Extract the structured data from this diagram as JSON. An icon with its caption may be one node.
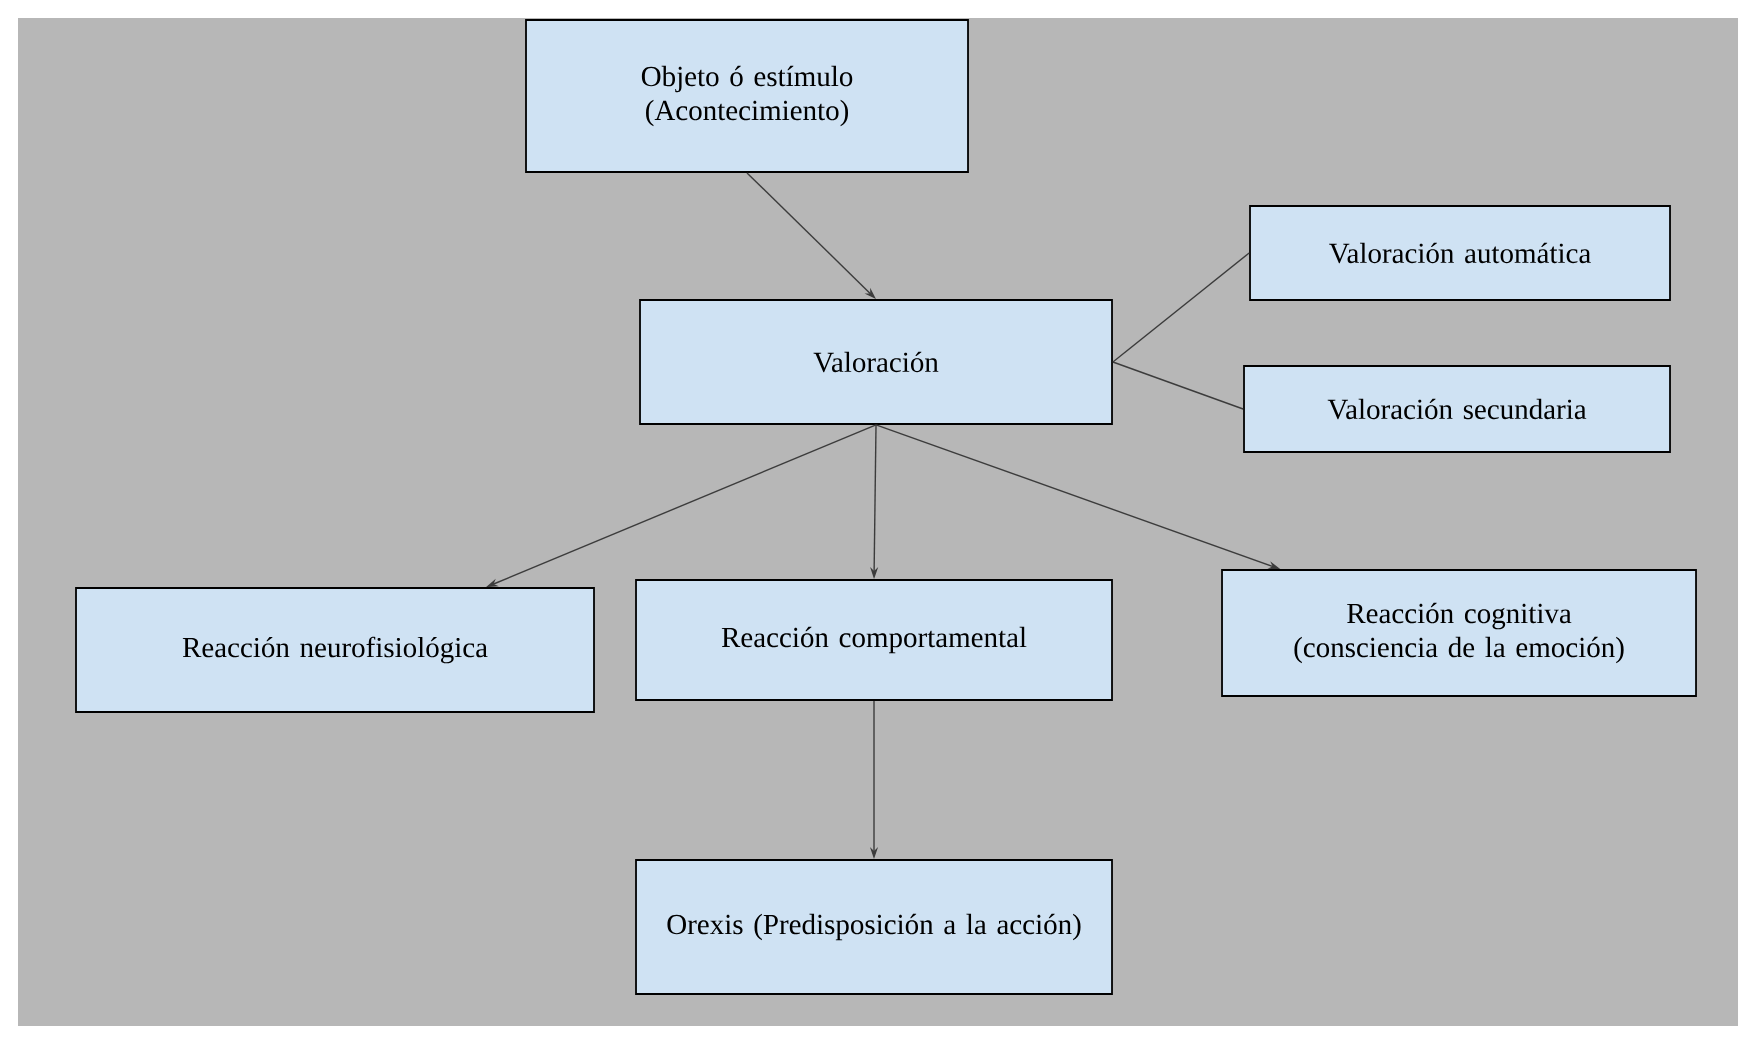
{
  "diagram": {
    "nodes": [
      {
        "text": [
          "Objeto ó estímulo (Acontecimiento)"
        ]
      },
      {
        "text": [
          "Valoración"
        ]
      },
      {
        "text": [
          "Valoración automática"
        ]
      },
      {
        "text": [
          "Valoración secundaria"
        ]
      },
      {
        "text": [
          "Reacción neurofisiológica"
        ]
      },
      {
        "text": [
          "Reacción comportamental"
        ]
      },
      {
        "text": [
          "Reacción cognitiva (consciencia de la emoción)"
        ]
      },
      {
        "text": [
          "Orexis (Predisposición a la acción)"
        ]
      }
    ],
    "edges": [
      {
        "from": 0,
        "to": 1,
        "arrow": "to"
      },
      {
        "from": 1,
        "to": 2,
        "arrow": "none"
      },
      {
        "from": 1,
        "to": 3,
        "arrow": "none"
      },
      {
        "from": 1,
        "to": 4,
        "arrow": "to"
      },
      {
        "from": 1,
        "to": 5,
        "arrow": "to"
      },
      {
        "from": 1,
        "to": 6,
        "arrow": "to"
      },
      {
        "from": 5,
        "to": 7,
        "arrow": "to"
      }
    ]
  }
}
